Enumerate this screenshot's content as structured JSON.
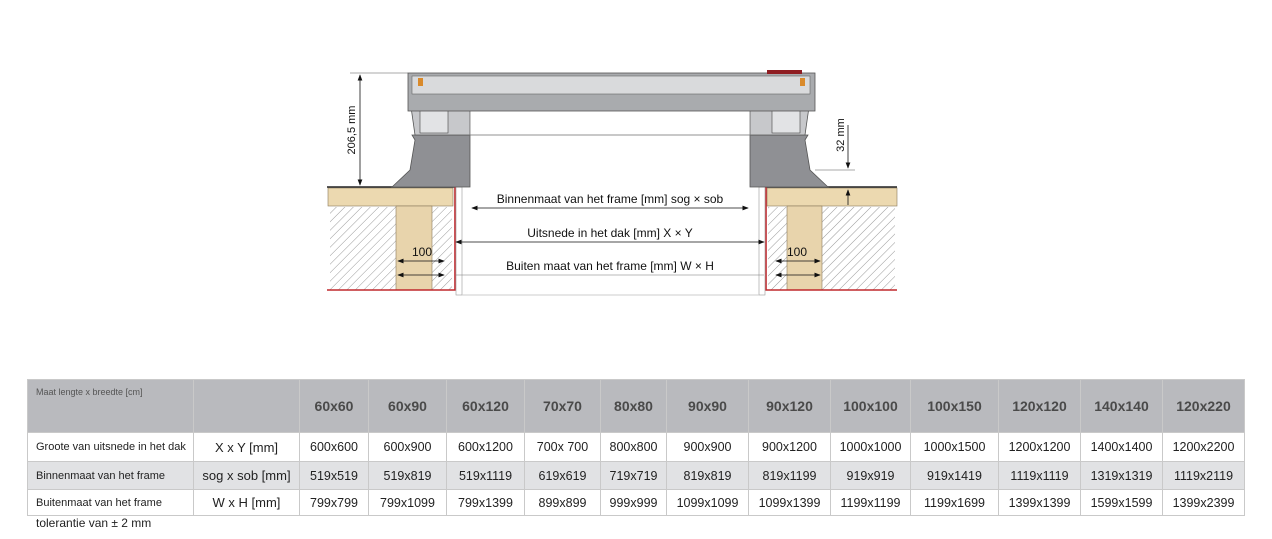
{
  "diagram": {
    "height_label": "206,5 mm",
    "flange_label": "32 mm",
    "inner_label": "Binnenmaat van het frame [mm] sog × sob",
    "cutout_label": "Uitsnede in het dak [mm] X × Y",
    "outer_label": "Buiten maat van het frame [mm] W × H",
    "beam_left_label": "100",
    "beam_right_label": "100"
  },
  "table": {
    "header_label": "Maat lengte x breedte [cm]",
    "sizes": [
      "60x60",
      "60x90",
      "60x120",
      "70x70",
      "80x80",
      "90x90",
      "90x120",
      "100x100",
      "100x150",
      "120x120",
      "140x140",
      "120x220"
    ],
    "rows": [
      {
        "label": "Groote van uitsnede in het dak",
        "unit": "X x Y [mm]",
        "values": [
          "600x600",
          "600x900",
          "600x1200",
          "700x 700",
          "800x800",
          "900x900",
          "900x1200",
          "1000x1000",
          "1000x1500",
          "1200x1200",
          "1400x1400",
          "1200x2200"
        ]
      },
      {
        "label": "Binnenmaat van het frame",
        "unit": "sog x sob [mm]",
        "values": [
          "519x519",
          "519x819",
          "519x1119",
          "619x619",
          "719x719",
          "819x819",
          "819x1199",
          "919x919",
          "919x1419",
          "1119x1119",
          "1319x1319",
          "1119x2119"
        ]
      },
      {
        "label": "Buitenmaat van het frame",
        "unit": "W x H [mm]",
        "values": [
          "799x799",
          "799x1099",
          "799x1399",
          "899x899",
          "999x999",
          "1099x1099",
          "1099x1399",
          "1199x1199",
          "1199x1699",
          "1399x1399",
          "1599x1599",
          "1399x2399"
        ]
      }
    ]
  },
  "tolerance": "tolerantie van ± 2 mm"
}
